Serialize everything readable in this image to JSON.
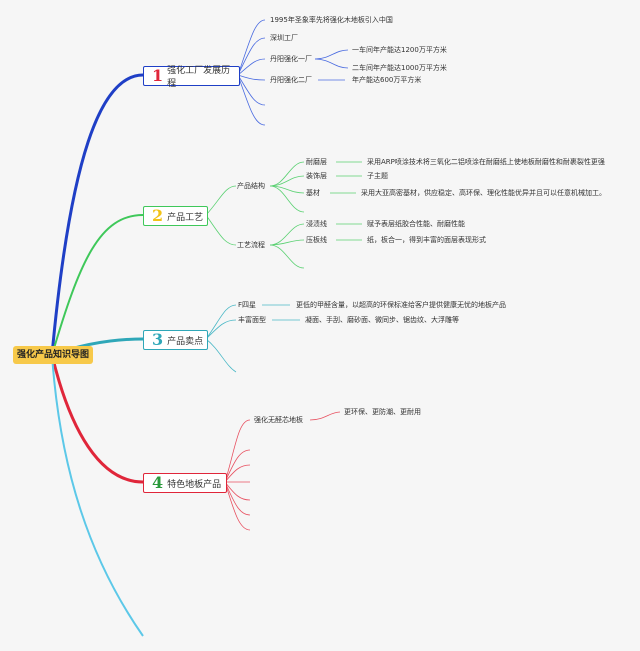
{
  "root": {
    "label": "强化产品知识导图"
  },
  "branches": [
    {
      "number": "1",
      "label": "强化工厂发展历程",
      "color": "#1f3fc6",
      "items": [
        {
          "label": "1995年圣象率先将强化木地板引入中国"
        },
        {
          "label": "深圳工厂"
        },
        {
          "label": "丹阳强化一厂",
          "children": [
            "一车间年产能达1200万平方米",
            "二车间年产能达1000万平方米"
          ]
        },
        {
          "label": "丹阳强化二厂",
          "children": [
            "年产能达600万平方米"
          ]
        }
      ]
    },
    {
      "number": "2",
      "label": "产品工艺",
      "color": "#3fc85a",
      "number_color": "#f2c318",
      "groups": [
        {
          "label": "产品结构",
          "items": [
            {
              "label": "耐磨层",
              "detail": "采用ARP喷涂技术将三氧化二铝喷涂在耐磨纸上使地板耐磨性和耐裹裂性更强"
            },
            {
              "label": "装饰层",
              "detail": "子主题"
            },
            {
              "label": "基材",
              "detail": "采用大亚高密基材，供应稳定、高环保、理化性能优异并且可以任意机械加工。"
            }
          ]
        },
        {
          "label": "工艺流程",
          "items": [
            {
              "label": "浸渍线",
              "detail": "赋予表层纸胶合性能、耐磨性能"
            },
            {
              "label": "压板线",
              "detail": "纸，板合一，得到丰富的面层表现形式"
            }
          ]
        }
      ]
    },
    {
      "number": "3",
      "label": "产品卖点",
      "color": "#2fa7b8",
      "items": [
        {
          "label": "F四星",
          "detail": "更低的甲醛含量，以超高的环保标准给客户提供健康无忧的地板产品"
        },
        {
          "label": "丰富面型",
          "detail": "凝面、手刮、磨砂面、微同步、锯齿纹、大浮雕等"
        }
      ]
    },
    {
      "number": "4",
      "label": "特色地板产品",
      "color": "#e0263a",
      "number_color": "#2a9a3c",
      "items": [
        {
          "label": "强化无醛芯地板",
          "detail": "更环保、更防潮、更耐用"
        }
      ]
    }
  ]
}
